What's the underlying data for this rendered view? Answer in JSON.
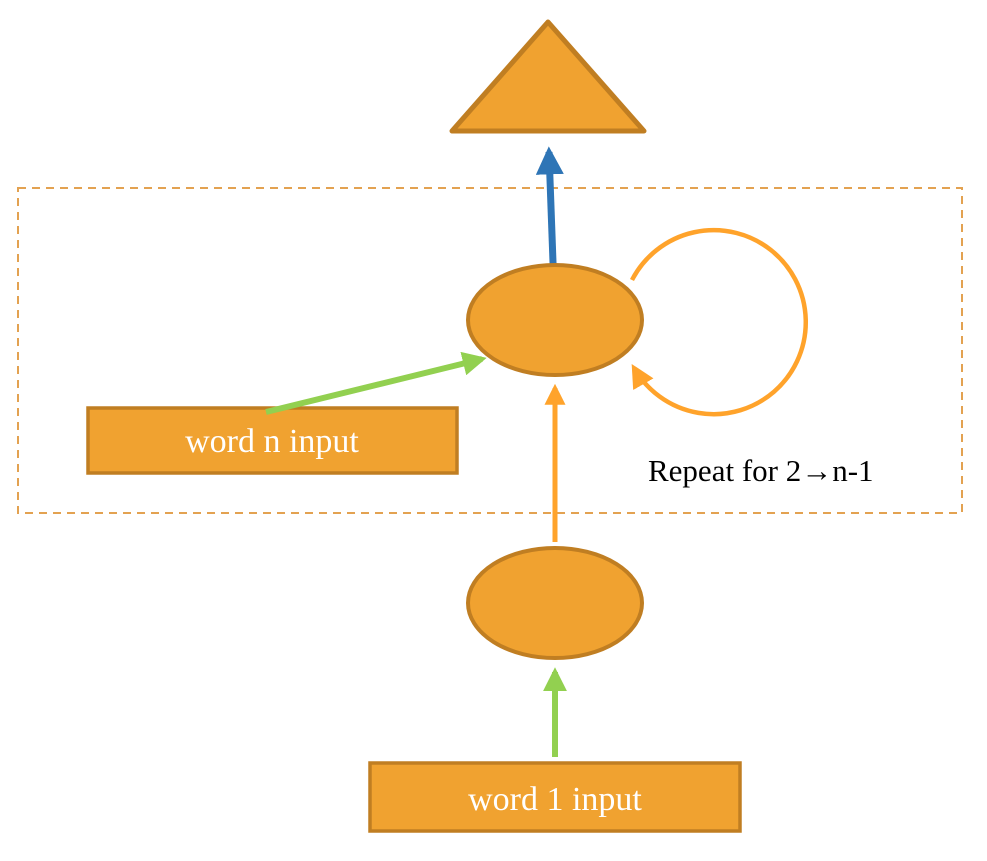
{
  "diagram": {
    "labels": {
      "word_n_input": "word n input",
      "word_1_input": "word 1 input"
    },
    "repeat_note": "Repeat for 2→n-1",
    "colors": {
      "shape_fill": "#F0A230",
      "shape_stroke": "#C07E22",
      "dashed_border": "#E3A251",
      "loop_stroke": "#FFA32B",
      "arrow_orange": "#FFA32B",
      "arrow_green": "#92D050",
      "arrow_blue": "#2E75B6",
      "label_text": "#FFFFFF",
      "note_text": "#000000",
      "background": "#FFFFFF"
    }
  }
}
